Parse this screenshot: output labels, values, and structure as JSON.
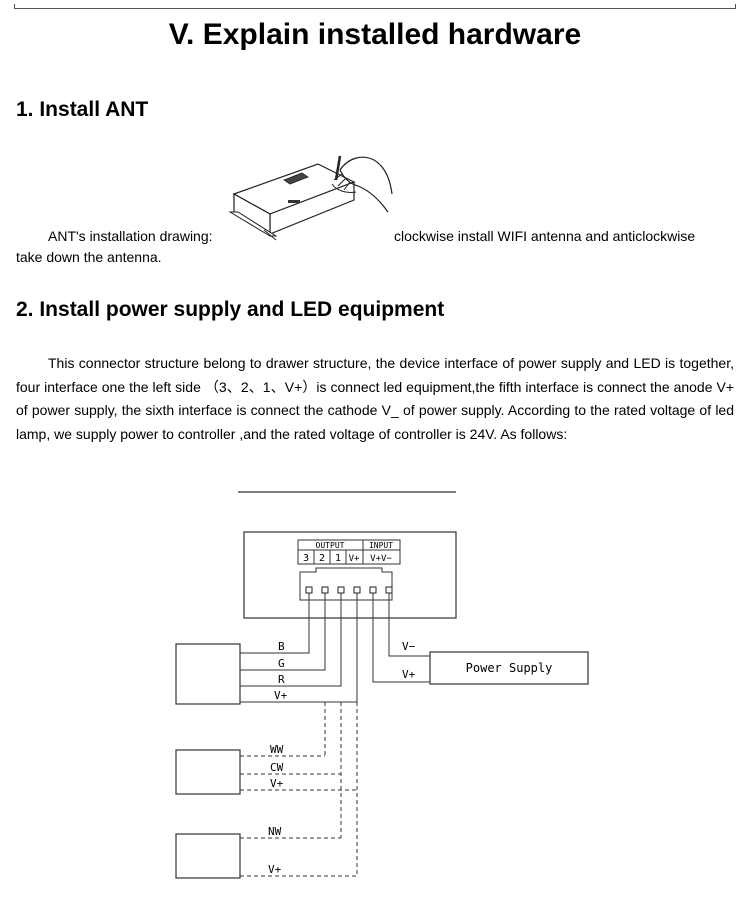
{
  "page_title": "V. Explain installed hardware",
  "section1": {
    "heading": "1. Install ANT",
    "caption_lead": "ANT's installation drawing:",
    "caption_tail": "clockwise install WIFI antenna and anticlockwise",
    "caption_wrap": "take down the antenna."
  },
  "section2": {
    "heading": "2. Install power supply and LED equipment",
    "paragraph": "This connector structure belong to drawer structure, the device interface of power supply and LED is together, four interface one the left side （3、2、1、V+）is connect led equipment,the fifth interface is connect the anode V+ of power supply, the sixth interface is connect the cathode V_ of power supply. According to the rated voltage of led lamp, we supply power to controller ,and the rated voltage of controller is 24V. As follows:"
  },
  "diagram": {
    "output_label": "OUTPUT",
    "input_label": "INPUT",
    "pin_3": "3",
    "pin_2": "2",
    "pin_1": "1",
    "pin_vplus": "V+",
    "pin_input": "V+V−",
    "wire_b": "B",
    "wire_g": "G",
    "wire_r": "R",
    "wire_vplus_1": "V+",
    "wire_vminus": "V−",
    "wire_vplus_ps": "V+",
    "power_supply": "Power Supply",
    "wire_ww": "WW",
    "wire_cw": "CW",
    "wire_vplus_2": "V+",
    "wire_nw": "NW",
    "wire_vplus_3": "V+"
  }
}
